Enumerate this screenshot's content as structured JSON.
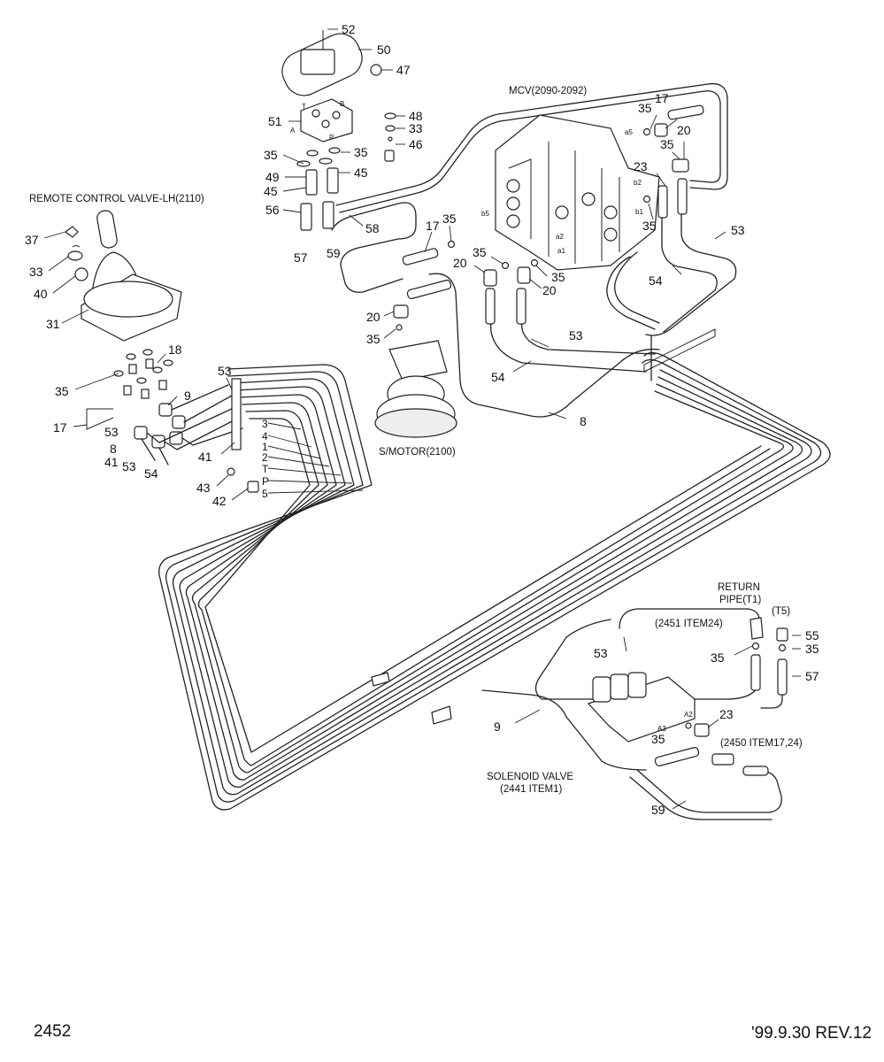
{
  "page_number": "2452",
  "revision": "'99.9.30 REV.12",
  "captions": {
    "rcv": "REMOTE CONTROL VALVE-LH(2110)",
    "mcv": "MCV(2090-2092)",
    "smotor": "S/MOTOR(2100)",
    "return_pipe_1": "RETURN",
    "return_pipe_2": "PIPE(T1)",
    "item2451": "(2451 ITEM24)",
    "t5": "(T5)",
    "item2450": "(2450 ITEM17,24)",
    "solenoid_1": "SOLENOID VALVE",
    "solenoid_2": "(2441 ITEM1)"
  },
  "port_labels": {
    "p3": "3",
    "p4": "4",
    "p1": "1",
    "p2": "2",
    "pT": "T",
    "pP": "P",
    "p5": "5",
    "a5": "a5",
    "b2": "b2",
    "b1": "b1",
    "b5": "b5",
    "a2": "a2",
    "a1": "a1",
    "A2": "A2",
    "A3": "A3",
    "T": "T",
    "A": "A",
    "B": "B",
    "P": "P"
  },
  "callouts": {
    "c52": "52",
    "c50": "50",
    "c47": "47",
    "c48": "48",
    "c51": "51",
    "c33a": "33",
    "c46": "46",
    "c35a": "35",
    "c35b": "35",
    "c49": "49",
    "c45a": "45",
    "c45b": "45",
    "c56": "56",
    "c58": "58",
    "c57a": "57",
    "c59a": "59",
    "c37": "37",
    "c33b": "33",
    "c40": "40",
    "c31": "31",
    "c35c": "35",
    "c18": "18",
    "c17a": "17",
    "c9a": "9",
    "c53a": "53",
    "c8a": "8",
    "c41a": "41",
    "c53b": "53",
    "c54a": "54",
    "c41b": "41",
    "c53c": "53",
    "c43": "43",
    "c42": "42",
    "c35d": "35",
    "c17b": "17",
    "c35e": "35",
    "c20a": "20",
    "c35f": "35",
    "c20b": "20",
    "c20c": "20",
    "c35g": "35",
    "c17c": "17",
    "c35h": "35",
    "c35i": "35",
    "c20d": "20",
    "c23a": "23",
    "c35j": "35",
    "c53d": "53",
    "c54b": "54",
    "c53e": "53",
    "c54c": "54",
    "c8b": "8",
    "c53f": "53",
    "c35k": "35",
    "c55": "55",
    "c35l": "35",
    "c57b": "57",
    "c23b": "23",
    "c35m": "35",
    "c9b": "9",
    "c59b": "59"
  }
}
